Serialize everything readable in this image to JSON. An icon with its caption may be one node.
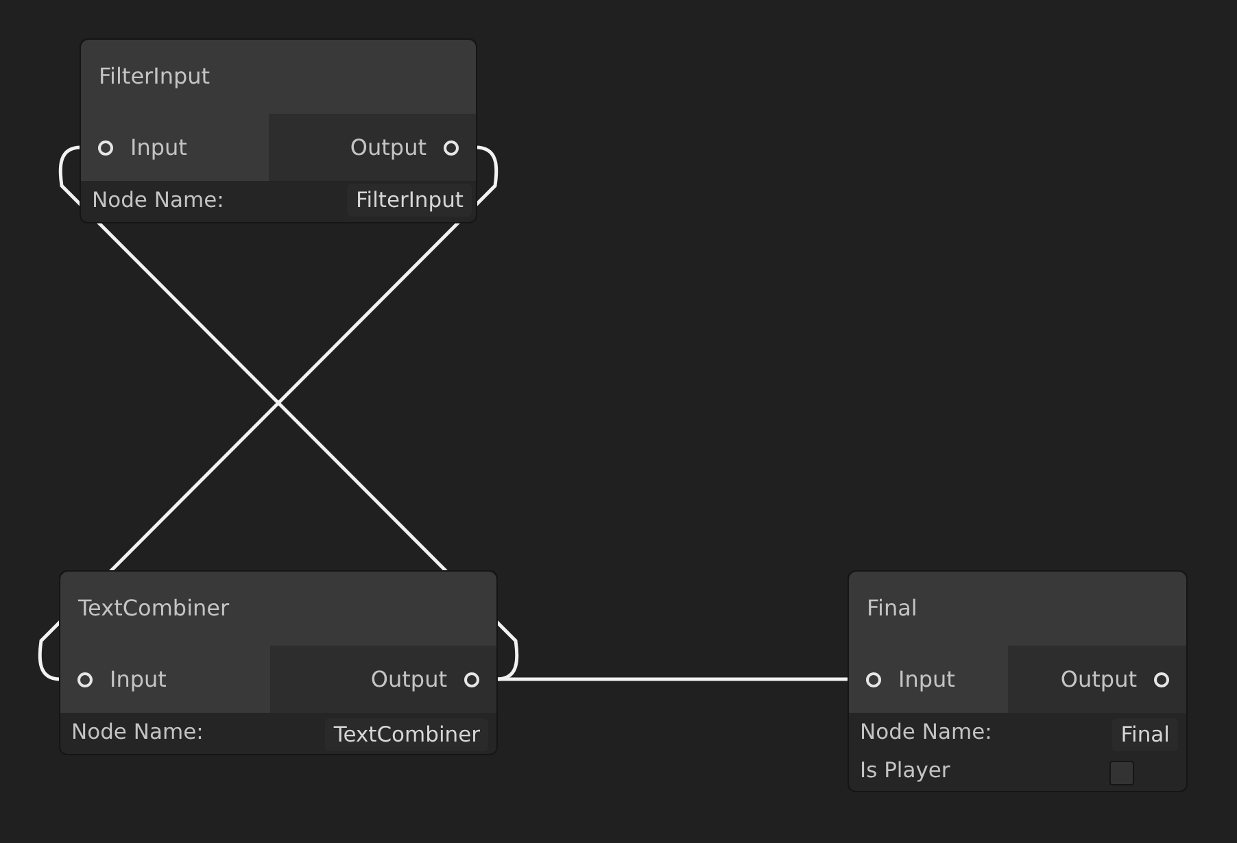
{
  "diagram": {
    "nodes": [
      {
        "text": [
          "FilterInput",
          "Node Name:"
        ]
      },
      {
        "text": [
          "Input"
        ],
        "in": 0
      },
      {
        "text": [
          "Output"
        ],
        "in": 0
      },
      {
        "text": [
          "FilterInput"
        ],
        "in": 0
      },
      {
        "text": [
          "TextCombiner",
          "Node Name:"
        ]
      },
      {
        "text": [
          "Input"
        ],
        "in": 4
      },
      {
        "text": [
          "Output"
        ],
        "in": 4
      },
      {
        "text": [
          "TextCombiner"
        ],
        "in": 4
      },
      {
        "text": [
          "Final",
          "Node Name:",
          "Is Player"
        ]
      },
      {
        "text": [
          "Input"
        ],
        "in": 8
      },
      {
        "text": [
          "Output"
        ],
        "in": 8
      },
      {
        "text": [
          "Final"
        ],
        "in": 8
      },
      {
        "text": [],
        "shape": "box",
        "in": 8
      }
    ],
    "edges": [
      {
        "from": 2,
        "to": 5,
        "arrow": "none"
      },
      {
        "from": 6,
        "to": 1,
        "arrow": "none"
      },
      {
        "from": 6,
        "to": 9,
        "arrow": "none"
      }
    ]
  }
}
